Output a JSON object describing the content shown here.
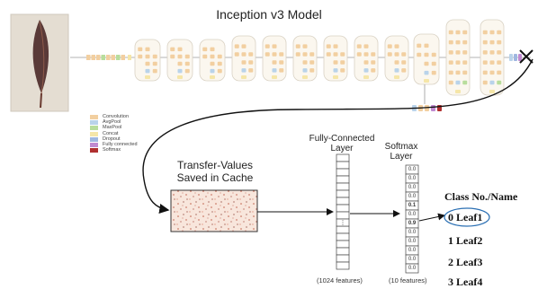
{
  "title": "Inception v3 Model",
  "legend": [
    {
      "label": "Convolution",
      "color": "#f2cfa0"
    },
    {
      "label": "AvgPool",
      "color": "#b9d3ea"
    },
    {
      "label": "MaxPool",
      "color": "#b8dd9c"
    },
    {
      "label": "Concat",
      "color": "#f5e6a8"
    },
    {
      "label": "Dropout",
      "color": "#9fb7e0"
    },
    {
      "label": "Fully connected",
      "color": "#c08ad0"
    },
    {
      "label": "Softmax",
      "color": "#b03030"
    }
  ],
  "cache": {
    "title": "Transfer-Values Saved in Cache"
  },
  "fc": {
    "title": "Fully-Connected Layer",
    "features": "(1024 features)"
  },
  "softmax": {
    "title": "Softmax Layer",
    "features": "(10 features)",
    "values": [
      "0.0",
      "0.0",
      "0.0",
      "0.0",
      "0.1",
      "0.0",
      "0.9",
      "0.0",
      "0.0",
      "0.0",
      "0.0",
      "0.0"
    ]
  },
  "classes": {
    "header": "Class No./Name",
    "items": [
      "0 Leaf1",
      "1 Leaf2",
      "2 Leaf3",
      "3 Leaf4"
    ],
    "highlight_color": "#2a6fb3"
  }
}
